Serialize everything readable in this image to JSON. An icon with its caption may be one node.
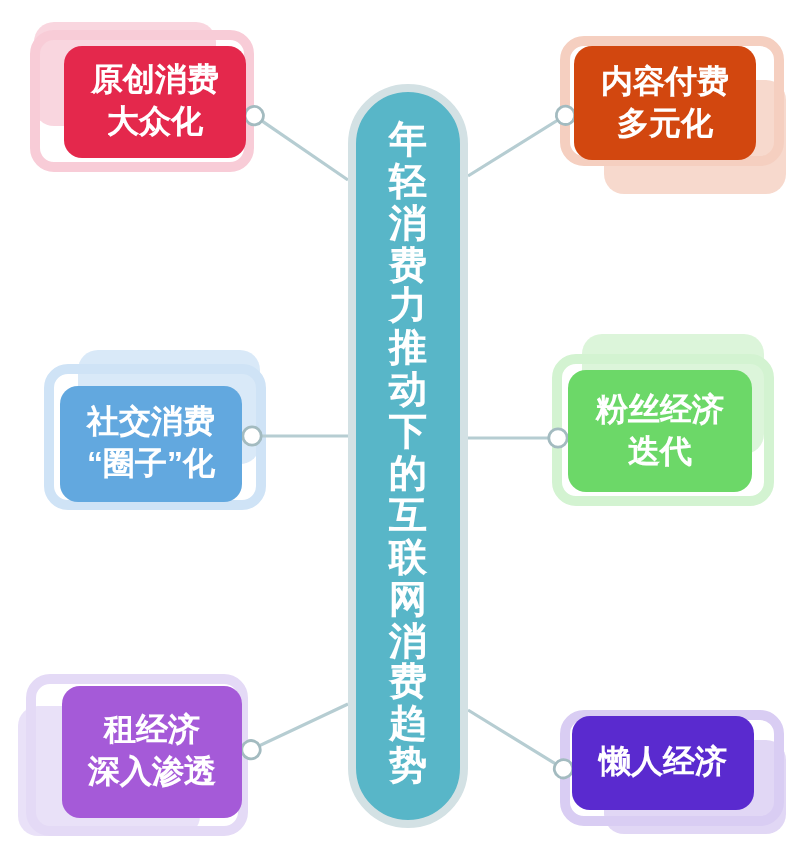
{
  "diagram": {
    "nodes": [
      {
        "text": [
          "年轻消费力推动下的互联网消费趋势"
        ]
      },
      {
        "text": [
          "原创消费大众化"
        ]
      },
      {
        "text": [
          "内容付费多元化"
        ]
      },
      {
        "text": [
          "社交消费“圈子”化"
        ]
      },
      {
        "text": [
          "粉丝经济迭代"
        ]
      },
      {
        "text": [
          "租经济深入渗透"
        ]
      },
      {
        "text": [
          "懒人经济"
        ]
      }
    ],
    "edges": [
      {
        "from": 0,
        "to": 1,
        "arrow": "other"
      },
      {
        "from": 0,
        "to": 2,
        "arrow": "other"
      },
      {
        "from": 0,
        "to": 3,
        "arrow": "other"
      },
      {
        "from": 0,
        "to": 4,
        "arrow": "other"
      },
      {
        "from": 0,
        "to": 5,
        "arrow": "other"
      },
      {
        "from": 0,
        "to": 6,
        "arrow": "other"
      }
    ]
  }
}
